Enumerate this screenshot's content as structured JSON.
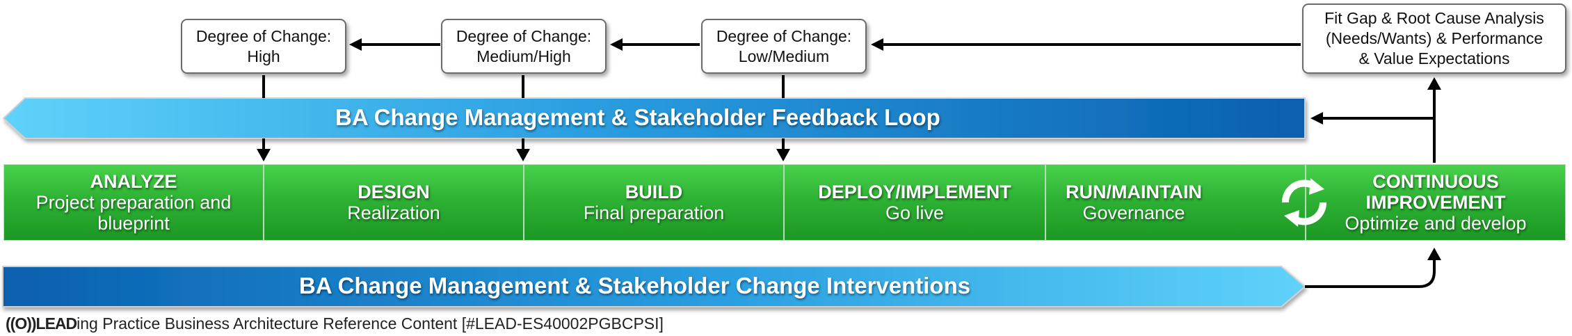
{
  "degree_boxes": [
    {
      "line1": "Degree of Change:",
      "line2": "High"
    },
    {
      "line1": "Degree of Change:",
      "line2": "Medium/High"
    },
    {
      "line1": "Degree of Change:",
      "line2": "Low/Medium"
    }
  ],
  "fit_gap_box": {
    "line1": "Fit Gap & Root Cause Analysis",
    "line2": "(Needs/Wants) & Performance",
    "line3": "& Value Expectations"
  },
  "feedback_banner": "BA Change Management & Stakeholder Feedback Loop",
  "interventions_banner": "BA Change Management & Stakeholder Change Interventions",
  "phases": [
    {
      "title": "ANALYZE",
      "subtitle": "Project preparation and blueprint"
    },
    {
      "title": "DESIGN",
      "subtitle": "Realization"
    },
    {
      "title": "BUILD",
      "subtitle": "Final preparation"
    },
    {
      "title": "DEPLOY/IMPLEMENT",
      "subtitle": "Go live"
    },
    {
      "title": "RUN/MAINTAIN",
      "subtitle": "Governance"
    },
    {
      "title": "CONTINUOUS IMPROVEMENT",
      "subtitle": "Optimize and develop"
    }
  ],
  "footer": {
    "logo_text": "((O))LEAD",
    "text": "ing Practice Business Architecture Reference Content [#LEAD-ES40002PGBCPSI]"
  },
  "colors": {
    "phase_green": "#2eb234",
    "banner_blue_light": "#4ec8f5",
    "banner_blue_dark": "#0b63b3"
  }
}
